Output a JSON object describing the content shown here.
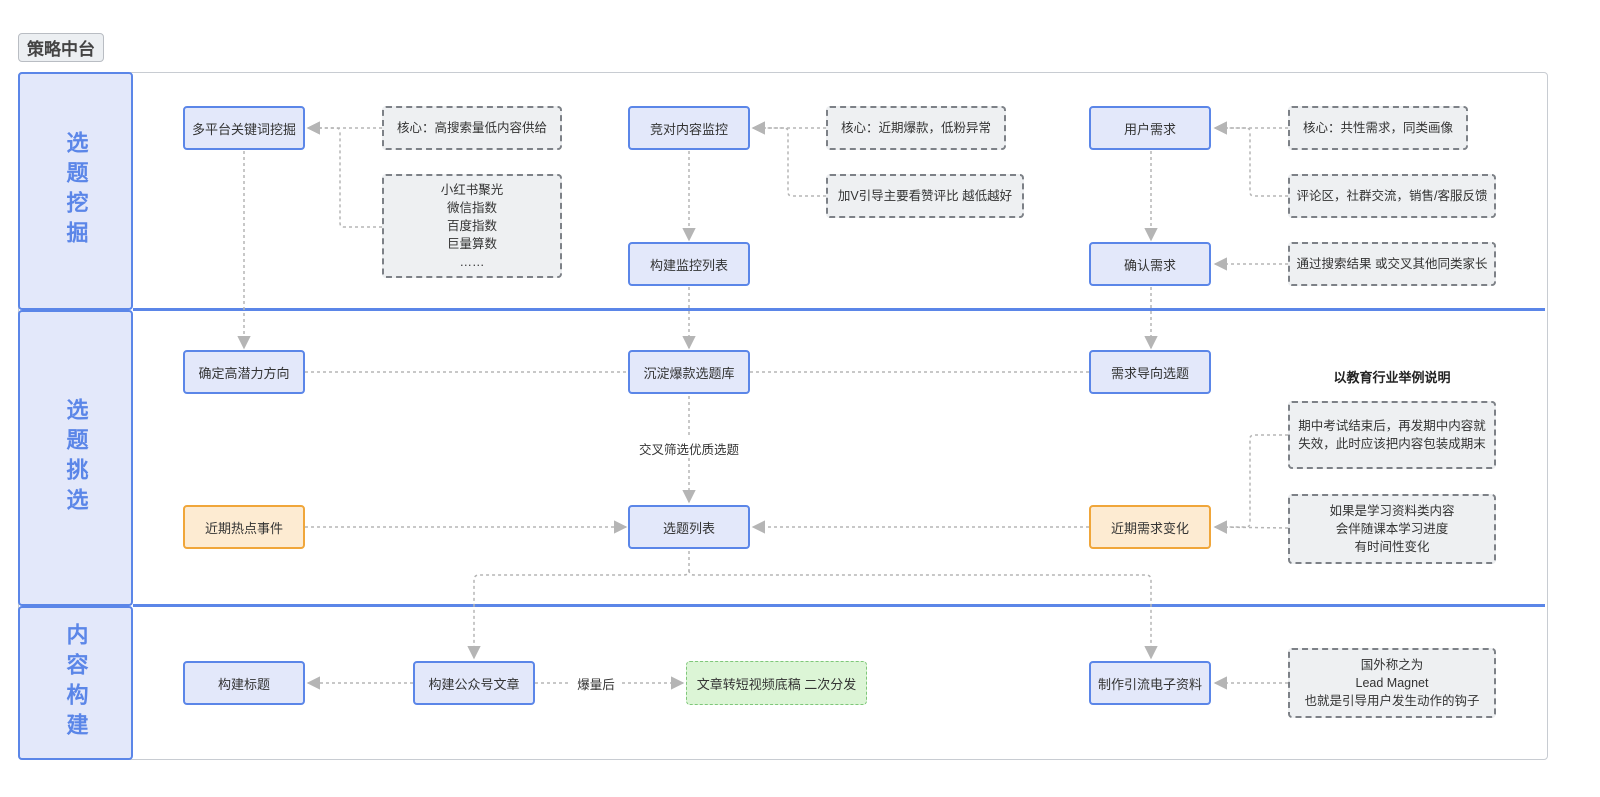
{
  "title": "策略中台",
  "lanes": [
    {
      "label": "选题挖掘"
    },
    {
      "label": "选题挑选"
    },
    {
      "label": "内容构建"
    }
  ],
  "nodes": {
    "keyword_mining": "多平台关键词挖掘",
    "competitor_monitor": "竞对内容监控",
    "user_demand": "用户需求",
    "build_monitor_list": "构建监控列表",
    "confirm_demand": "确认需求",
    "high_potential": "确定高潜力方向",
    "hit_topic_library": "沉淀爆款选题库",
    "demand_topic": "需求导向选题",
    "hot_events": "近期热点事件",
    "topic_list": "选题列表",
    "demand_change": "近期需求变化",
    "build_headline": "构建标题",
    "build_article": "构建公众号文章",
    "video_script": "文章转短视频底稿 二次分发",
    "lead_material": "制作引流电子资料"
  },
  "notes": {
    "keyword_core": "核心：高搜索量低内容供给",
    "keyword_tools": "小红书聚光\n微信指数\n百度指数\n巨量算数\n……",
    "competitor_core": "核心：近期爆款，低粉异常",
    "competitor_ratio": "加V引导主要看赞评比 越低越好",
    "demand_core": "核心：共性需求，同类画像",
    "demand_sources": "评论区，社群交流，销售/客服反馈",
    "confirm_method": "通过搜索结果 或交叉其他同类家长",
    "edu_example_1": "期中考试结束后，再发期中内容就\n失效，此时应该把内容包装成期末",
    "edu_example_2": "如果是学习资料类内容\n会伴随课本学习进度\n有时间性变化",
    "lead_magnet": "国外称之为\nLead Magnet\n也就是引导用户发生动作的钩子"
  },
  "labels": {
    "cross_filter": "交叉筛选优质选题",
    "after_hit": "爆量后",
    "edu_example_title": "以教育行业举例说明"
  },
  "colors": {
    "accent_blue": "#5b86e8",
    "node_fill": "#e3e8fa",
    "orange_border": "#f0a63a",
    "orange_fill": "#fdebd2",
    "green_fill": "#dcf5d6",
    "note_fill": "#eef0f2",
    "connector": "#b5b5b5"
  }
}
